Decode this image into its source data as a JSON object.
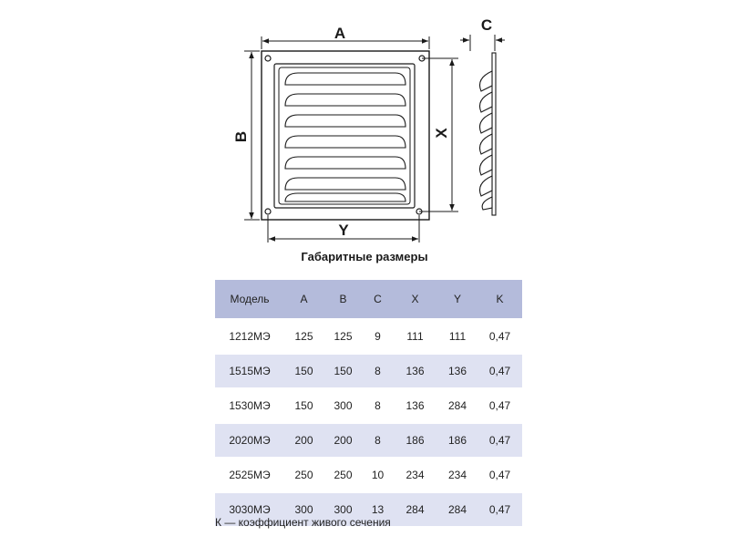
{
  "drawing": {
    "label_a": "A",
    "label_b": "B",
    "label_c": "C",
    "label_x": "X",
    "label_y": "Y"
  },
  "table_title": "Габаритные размеры",
  "table": {
    "headers": [
      "Модель",
      "A",
      "B",
      "C",
      "X",
      "Y",
      "K"
    ],
    "rows": [
      [
        "1212МЭ",
        "125",
        "125",
        "9",
        "111",
        "111",
        "0,47"
      ],
      [
        "1515МЭ",
        "150",
        "150",
        "8",
        "136",
        "136",
        "0,47"
      ],
      [
        "1530МЭ",
        "150",
        "300",
        "8",
        "136",
        "284",
        "0,47"
      ],
      [
        "2020МЭ",
        "200",
        "200",
        "8",
        "186",
        "186",
        "0,47"
      ],
      [
        "2525МЭ",
        "250",
        "250",
        "10",
        "234",
        "234",
        "0,47"
      ],
      [
        "3030МЭ",
        "300",
        "300",
        "13",
        "284",
        "284",
        "0,47"
      ]
    ]
  },
  "footnote": "К — коэффициент живого сечения",
  "colors": {
    "header_bg": "#b4bbdb",
    "stripe_bg": "#dfe2f2"
  }
}
